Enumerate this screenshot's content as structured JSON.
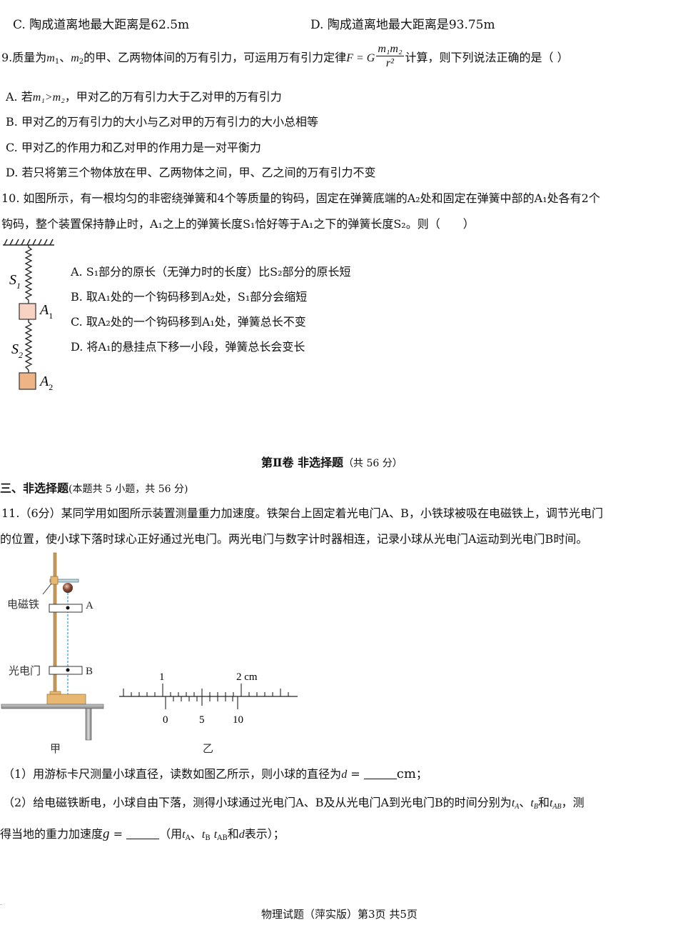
{
  "q8_tail": {
    "option_c": "C. 陶成道离地最大距离是62.5m",
    "option_d": "D. 陶成道离地最大距离是93.75m"
  },
  "q9": {
    "number": "9.",
    "stem_pre": "质量为",
    "m1": "m",
    "m1_sub": "1",
    "sep": "、",
    "m2": "m",
    "m2_sub": "2",
    "stem_mid": "的甲、乙两物体间的万有引力，可运用万有引力定律",
    "formula_lhs": "F = G",
    "formula_num": "m₁m₂",
    "formula_den": "r²",
    "stem_post": "计算，则下列说法正确的是（ ）",
    "options": [
      {
        "label": "A.",
        "text_pre": "若",
        "cond": "m₁>m₂",
        "text": "，甲对乙的万有引力大于乙对甲的万有引力"
      },
      {
        "label": "B.",
        "text": "甲对乙的万有引力的大小与乙对甲的万有引力的大小总相等"
      },
      {
        "label": "C.",
        "text": "甲对乙的作用力和乙对甲的作用力是一对平衡力"
      },
      {
        "label": "D.",
        "text": "若只将第三个物体放在甲、乙两物体之间，甲、乙之间的万有引力不变"
      }
    ]
  },
  "q10": {
    "line1": "10. 如图所示，有一根均匀的非密绕弹簧和4个等质量的钩码，固定在弹簧底端的A₂处和固定在弹簧中部的A₁处各有2个",
    "line2": "钩码，整个装置保持静止时，A₁之上的弹簧长度S₁恰好等于A₁之下的弹簧长度S₂。则（　　）",
    "figure": {
      "s1_label": "S",
      "s1_sub": "1",
      "s2_label": "S",
      "s2_sub": "2",
      "a1_label": "A",
      "a1_sub": "1",
      "a2_label": "A",
      "a2_sub": "2",
      "block1_color": "#f8d3c3",
      "block2_color": "#eeb486"
    },
    "options": [
      {
        "text": "A. S₁部分的原长（无弹力时的长度）比S₂部分的原长短"
      },
      {
        "text": "B. 取A₁处的一个钩码移到A₂处，S₁部分会缩短"
      },
      {
        "text": "C. 取A₂处的一个钩码移到A₁处，弹簧总长不变"
      },
      {
        "text": "D. 将A₁的悬挂点下移一小段，弹簧总长会变长"
      }
    ]
  },
  "section2": {
    "title": "第Ⅱ卷 非选择题",
    "score": "（共 56 分）",
    "heading": "三、非选择题",
    "heading_note": "(本题共 5 小题，共 56 分)"
  },
  "q11": {
    "line1": "11.（6分）某同学用如图所示装置测量重力加速度。铁架台上固定着光电门A、B，小铁球被吸在电磁铁上，调节光电门",
    "line2": "的位置，使小球下落时球心正好通过光电门。两光电门与数字计时器相连，记录小球从光电门A运动到光电门B时间。",
    "figure_jia": {
      "label_magnet": "电磁铁",
      "label_gate": "光电门",
      "label_a": "A",
      "label_b": "B",
      "caption": "甲"
    },
    "figure_yi": {
      "main_scale_labels": [
        "1",
        "2 cm"
      ],
      "vernier_labels": [
        "0",
        "5",
        "10"
      ],
      "caption": "乙"
    },
    "part1_pre": "（1）用游标卡尺测量小球直径，读数如图乙所示，则小球的直径为",
    "part1_var": "d",
    "part1_eq": " = ",
    "part1_unit": "cm",
    "part1_end": "；",
    "part2_line1": "（2）给电磁铁断电，小球自由下落，测得小球通过光电门A、B及从光电门A到光电门B的时间分别为",
    "part2_tA": "t",
    "part2_tA_sub": "A",
    "part2_sep1": "、",
    "part2_tB": "t",
    "part2_tB_sub": "B",
    "part2_and": "和",
    "part2_tAB": "t",
    "part2_tAB_sub": "AB",
    "part2_end1": "，测",
    "part2_line2_pre": "得当地的重力加速度",
    "part2_g": "g",
    "part2_eq": " = ",
    "part2_note": "（用",
    "part2_note_t": "t",
    "part2_note_tA": "A",
    "part2_note_sep": "、",
    "part2_note_tB": "B",
    "part2_note_tAB": "AB",
    "part2_note_and": "和",
    "part2_note_d": "d",
    "part2_note_end": "表示）；"
  },
  "footer": {
    "text": "物理试题（萍实版）第3页 共5页"
  }
}
